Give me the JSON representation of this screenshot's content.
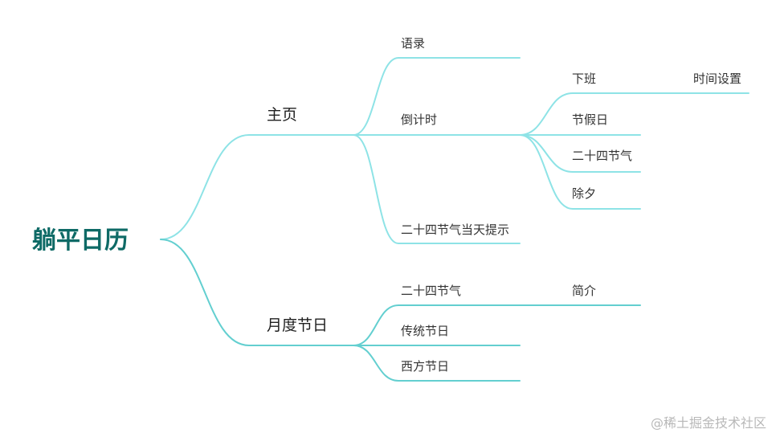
{
  "mindmap": {
    "root": "躺平日历",
    "branches": [
      {
        "label": "主页",
        "children": [
          {
            "label": "语录",
            "children": []
          },
          {
            "label": "倒计时",
            "children": [
              {
                "label": "下班",
                "children": [
                  {
                    "label": "时间设置"
                  }
                ]
              },
              {
                "label": "节假日"
              },
              {
                "label": "二十四节气"
              },
              {
                "label": "除夕"
              }
            ]
          },
          {
            "label": "二十四节气当天提示",
            "children": []
          }
        ]
      },
      {
        "label": "月度节日",
        "children": [
          {
            "label": "二十四节气",
            "children": [
              {
                "label": "简介"
              }
            ]
          },
          {
            "label": "传统节日",
            "children": []
          },
          {
            "label": "西方节日",
            "children": []
          }
        ]
      }
    ],
    "colors": {
      "root_text": "#0e6a66",
      "branch_top": "#8ee3e6",
      "branch_bottom": "#63cfd0",
      "text": "#333333"
    }
  },
  "watermark": "@稀土掘金技术社区"
}
